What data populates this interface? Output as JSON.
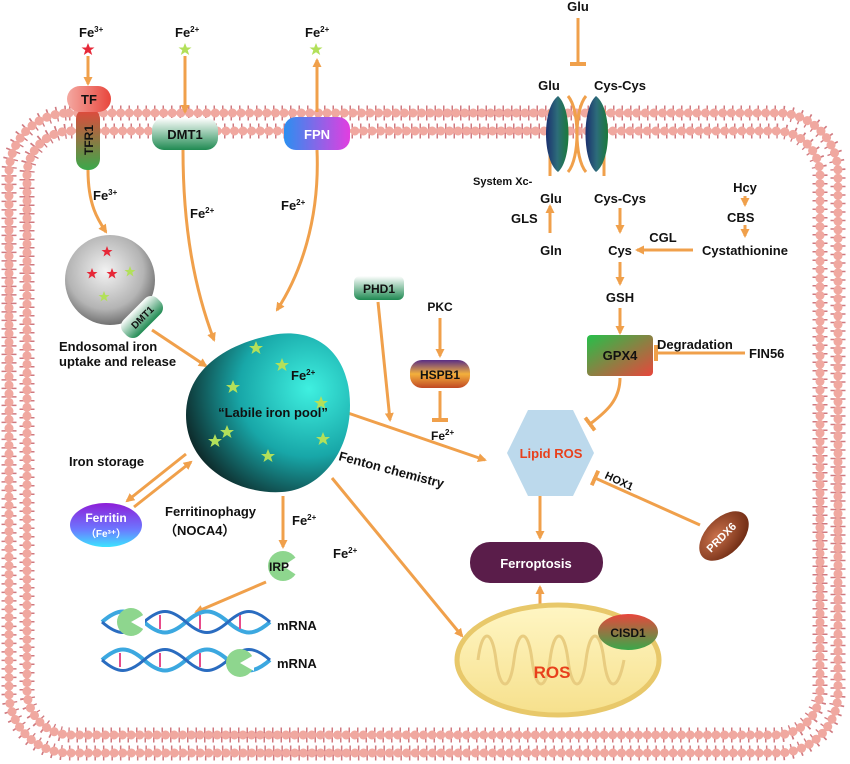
{
  "extracellular": {
    "fe3_top": "Fe",
    "fe3_top_sup": "3+",
    "fe2_top_dmt": "Fe",
    "fe2_top_dmt_sup": "2+",
    "fe2_top_fpn": "Fe",
    "fe2_top_fpn_sup": "2+",
    "glu_top": "Glu"
  },
  "membrane": {
    "tf": "TF",
    "tfr1": "TFR1",
    "dmt1": "DMT1",
    "fpn": "FPN",
    "xc_glu_out": "Glu",
    "xc_cys_out": "Cys-Cys",
    "system_xc": "System  Xc-",
    "xc_glu_in": "Glu",
    "xc_cys_in": "Cys-Cys"
  },
  "iron": {
    "fe3_in": "Fe",
    "fe3_in_sup": "3+",
    "fe2_left": "Fe",
    "fe2_left_sup": "2+",
    "fe2_right": "Fe",
    "fe2_right_sup": "2+",
    "endosome_dmt1": "DMT1",
    "endosomal_line1": "Endosomal iron",
    "endosomal_line2": "uptake and release",
    "lip_fe": "Fe",
    "lip_fe_sup": "2+",
    "lip_label": "“Labile iron pool”",
    "iron_storage": "Iron storage",
    "ferritin": "Ferritin",
    "ferritin_fe": "（Fe³⁺）",
    "ferritinophagy": "Ferritinophagy",
    "noca4": "（NOCA4）",
    "irp_fe": "Fe",
    "irp_fe_sup": "2+",
    "irp": "IRP",
    "mrna1": "mRNA",
    "mrna2": "mRNA",
    "mito_fe": "Fe",
    "mito_fe_sup": "2+"
  },
  "regulators": {
    "phd1": "PHD1",
    "pkc": "PKC",
    "hspb1": "HSPB1",
    "hspb1_fe": "Fe",
    "hspb1_fe_sup": "2+",
    "fenton": "Fenton chemistry"
  },
  "gsh_pathway": {
    "gls": "GLS",
    "gln": "Gln",
    "cys": "Cys",
    "cgl": "CGL",
    "hcy": "Hcy",
    "cbs": "CBS",
    "cystathionine": "Cystathionine",
    "gsh": "GSH",
    "gpx4": "GPX4",
    "degradation": "Degradation",
    "fin56": "FIN56"
  },
  "death": {
    "lipid_ros": "Lipid ROS",
    "hox1": "HOX1",
    "prdx6": "PRDX6",
    "ferroptosis": "Ferroptosis",
    "cisd1": "CISD1",
    "ros": "ROS"
  },
  "colors": {
    "arrow": "#f0a04b",
    "membrane_head": "#f0a8a0",
    "ferroptosis": "#5a1d4a",
    "lipid_ros_fill": "#bcd9ec",
    "lipid_ros_text": "#e8401c",
    "ros_text": "#e8401c",
    "dmt1_green": "#1f8a52",
    "fpn_magenta": "#d63ee0",
    "prdx6_brown": "#8b3a1e"
  }
}
